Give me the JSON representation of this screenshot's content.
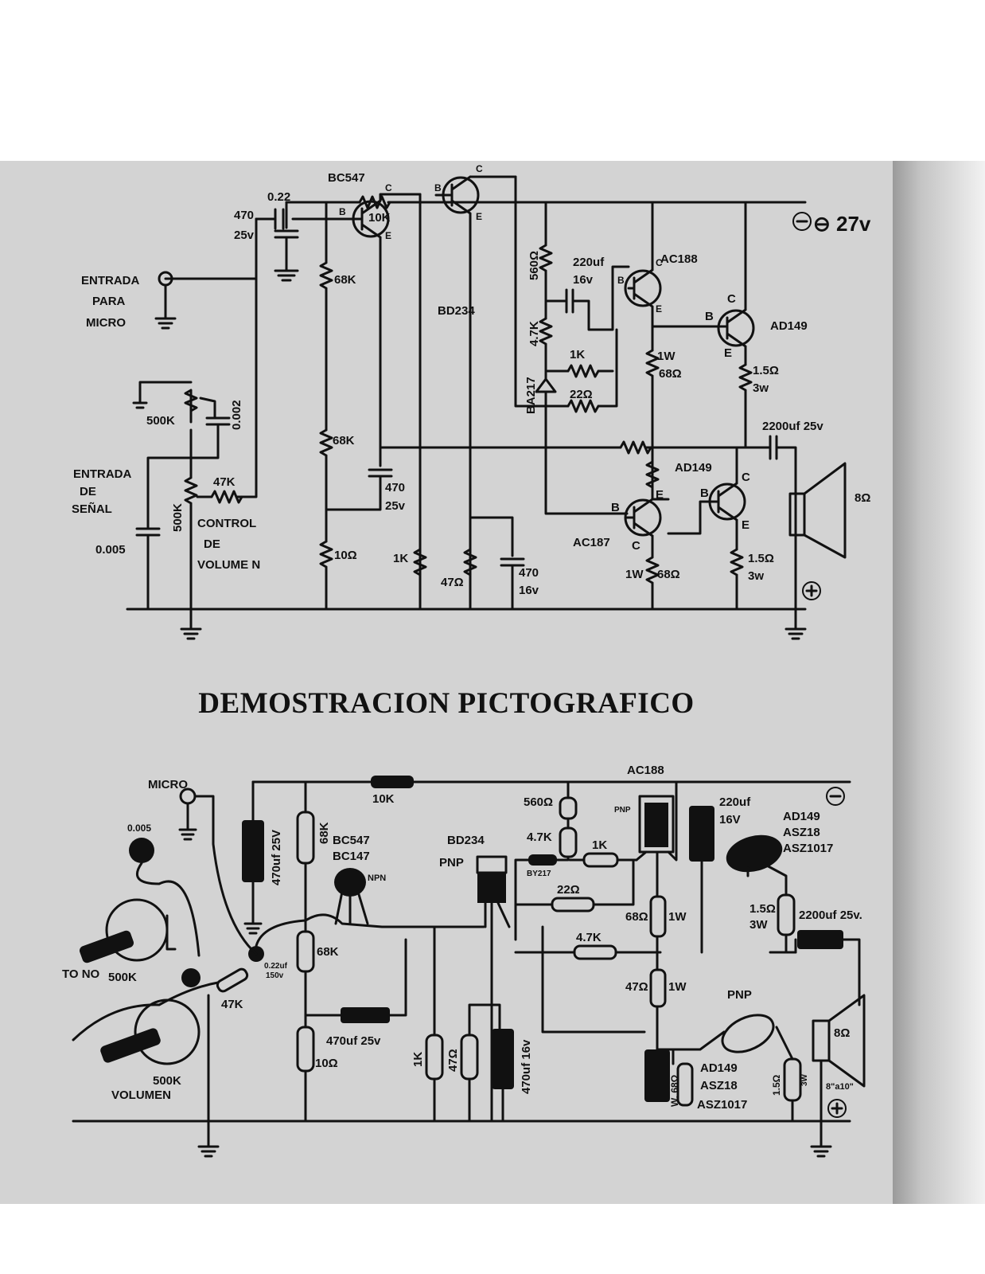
{
  "schematic": {
    "supply": "⊖ 27v",
    "ground_sign": "⊕",
    "input_micro": [
      "ENTRADA",
      "PARA",
      "MICRO"
    ],
    "input_signal": [
      "ENTRADA",
      "DE",
      "SEÑAL"
    ],
    "volume_control": [
      "CONTROL",
      "DE",
      "VOLUME N"
    ],
    "components": {
      "c_470_25v": [
        "470",
        "25v"
      ],
      "r_10k": "10K",
      "r_68k_top": "68K",
      "c_022": "0.22",
      "q_bc547": "BC547",
      "q_bd234": "BD234",
      "r_68k_mid": "68K",
      "c_470_25v_mid": [
        "470",
        "25v"
      ],
      "r_10ohm": "10Ω",
      "r_1k_left": "1K",
      "r_47ohm": "47Ω",
      "c_470_16v": [
        "470",
        "16v"
      ],
      "pot_500k_tone": "500K",
      "c_0002": "0.002",
      "r_47k": "47K",
      "pot_500k_vol": "500K",
      "c_0005": "0.005",
      "r_560": "560Ω",
      "r_47k_bias": "4.7K",
      "d_ba217": "BA217",
      "r_1k": "1K",
      "r_22": "22Ω",
      "c_220uf": [
        "220uf",
        "16v"
      ],
      "q_ac188": "AC188",
      "r_1w_68": [
        "1W",
        "68Ω"
      ],
      "q_ad149_top": "AD149",
      "r_15_3w_top": [
        "1.5Ω",
        "3w"
      ],
      "c_2200": "2200uf 25v",
      "spk": "8Ω",
      "q_ad149_bottom": "AD149",
      "q_ac187": "AC187",
      "r_1w_68_bottom": [
        "1W",
        "68Ω"
      ],
      "r_15_3w_bottom": [
        "1.5Ω",
        "3w"
      ]
    },
    "pins": {
      "b": "B",
      "c": "C",
      "e": "E"
    }
  },
  "heading": "DEMOSTRACION PICTOGRAFICO",
  "pictorial": {
    "micro": "MICRO",
    "c_0005": "0.005",
    "tone": "TO NO",
    "tone_pot": "500K",
    "vol_pot": "500K",
    "volume": "VOLUMEN",
    "c_470_25v": "470uf 25V",
    "r_68k_top": "68K",
    "r_10k": "10K",
    "q_bc547": [
      "BC547",
      "BC147"
    ],
    "npn": "NPN",
    "c_022": [
      "0.22uf",
      "150v"
    ],
    "r_68k": "68K",
    "r_47k": "47K",
    "c_470_25v_mid": "470uf 25v",
    "r_10": "10Ω",
    "r_1k": "1K",
    "r_47": "47Ω",
    "c_470_16v": "470uf 16v",
    "q_bd234": "BD234",
    "pnp": "PNP",
    "q_ac188": "AC188",
    "r_560": "560Ω",
    "r_47k_b": "4.7K",
    "d_by217": "BY217",
    "r_1k_b": "1K",
    "r_22": "22Ω",
    "pnp_small": "PNP",
    "r_68_1w": [
      "68Ω",
      "1W"
    ],
    "r_47k_c": "4.7K",
    "r_47_1w": [
      "47Ω",
      "1W"
    ],
    "c_220": [
      "220uf",
      "16V"
    ],
    "q_ad149_top": [
      "AD149",
      "ASZ18",
      "ASZ1017"
    ],
    "r_15_3w": [
      "1.5Ω",
      "3W"
    ],
    "c_2200": "2200uf 25v.",
    "spk": [
      "8Ω",
      "8\"a10\""
    ],
    "q_ad149_bottom": [
      "AD149",
      "ASZ18",
      "ASZ1017"
    ],
    "pnp_bottom": "PNP",
    "r_68_bottom": "W. 68Ω",
    "r_15_bottom": "1.5Ω",
    "w3": "3W",
    "minus": "⊖",
    "plus": "⊕"
  }
}
